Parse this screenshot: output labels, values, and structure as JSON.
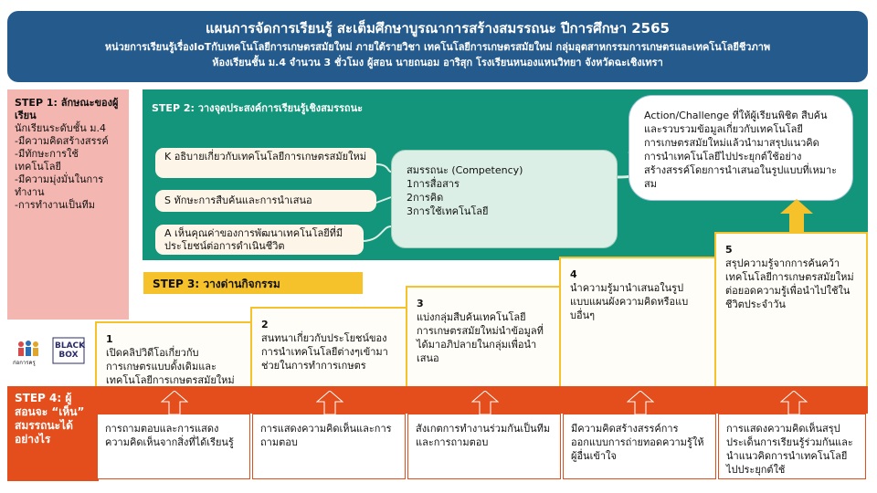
{
  "header": {
    "title": "แผนการจัดการเรียนรู้ สะเต็มศึกษาบูรณาการสร้างสมรรถนะ ปีการศึกษา 2565",
    "line2": "หน่วยการเรียนรู้เรื่องIoTกับเทคโนโลยีการเกษตรสมัยใหม่ ภายใต้รายวิชา เทคโนโลยีการเกษตรสมัยใหม่ กลุ่มอุตสาหกรรมการเกษตรและเทคโนโลยีชีวภาพ",
    "line3": "ห้องเรียนชั้น ม.4 จำนวน 3 ชั่วโมง ผู้สอน นายถนอม อาริสุก โรงเรียนหนองแหนวิทยา จังหวัดฉะเชิงเทรา"
  },
  "step1": {
    "title": "STEP 1: ลักษณะของผู้เรียน",
    "lines": [
      "นักเรียนระดับชั้น ม.4",
      "-มีความคิดสร้างสรรค์",
      "-มีทักษะการใช้เทคโนโลยี",
      "-มีความมุ่งมั่นในการทำงาน",
      "-การทำงานเป็นทีม"
    ]
  },
  "step2": {
    "title": "STEP 2: วางจุดประสงค์การเรียนรู้เชิงสมรรถนะ",
    "k": "K อธิบายเกี่ยวกับเทคโนโลยีการเกษตรสมัยใหม่",
    "s": "S ทักษะการสืบค้นและการนำเสนอ",
    "a": "A เห็นคุณค่าของการพัฒนาเทคโนโลยีที่มีประโยชน์ต่อการดำเนินชีวิต",
    "competency_title": "สมรรถนะ (Competency)",
    "competency_items": [
      "1การสื่อสาร",
      "2การคิด",
      "3การใช้เทคโนโลยี"
    ],
    "action": "Action/Challenge ที่ให้ผู้เรียนพิชิต สืบค้นและรวบรวมข้อมูลเกี่ยวกับเทคโนโลยีการเกษตรสมัยใหม่แล้วนำมาสรุปแนวคิดการนำเทคโนโลยีไปประยุกต์ใช้อย่างสร้างสรรค์โดยการนำเสนอในรูปแบบที่เหมาะสม"
  },
  "step3": {
    "title": "STEP 3: วางด่านกิจกรรม"
  },
  "activities": [
    {
      "n": "1",
      "text": "เปิดคลิปวิดีโอเกี่ยวกับการเกษตรแบบดั้งเดิมและเทคโนโลยีการเกษตรสมัยใหม่"
    },
    {
      "n": "2",
      "text": "สนทนาเกี่ยวกับประโยชน์ของการนำเทคโนโลยีต่างๆเข้ามาช่วยในการทำการเกษตร"
    },
    {
      "n": "3",
      "text": "แบ่งกลุ่มสืบค้นเทคโนโลยีการเกษตรสมัยใหม่นำข้อมูลที่ได้มาอภิปลายในกลุ่มเพื่อนำเสนอ"
    },
    {
      "n": "4",
      "text": "นำความรู้มานำเสนอในรูปแบบแผนผังความคิดหรือแบบอื่นๆ"
    },
    {
      "n": "5",
      "text": "สรุปความรู้จากการค้นคว้าเทคโนโลยีการเกษตรสมัยใหม่ต่อยอดความรู้เพื่อนำไปใช้ในชีวิตประจำวัน"
    }
  ],
  "step4": {
    "title": "STEP 4: ผู้สอนจะ “เห็น” สมรรถนะได้อย่างไร",
    "items": [
      "การถามตอบและการแสดงความคิดเห็นจากสิ่งที่ได้เรียนรู้",
      "การแสดงความคิดเห็นและการถามตอบ",
      "สังเกตการทำงานร่วมกันเป็นทีมและการถามตอบ",
      "มีความคิดสร้างสรรค์การออกแบบการถ่ายทอดความรู้ให้ผู้อื่นเข้าใจ",
      "การแสดงความคิดเห็นสรุปประเด็นการเรียนรู้ร่วมกันและนำแนวคิดการนำเทคโนโลยีไปประยุกต์ใช้"
    ]
  },
  "logo": {
    "left": "ก่อการครู",
    "right": "BLACK BOX"
  },
  "colors": {
    "header": "#245a8c",
    "step2": "#12957a",
    "step1": "#f4b6b0",
    "step3": "#f6c22c",
    "step4": "#e34e1c"
  }
}
